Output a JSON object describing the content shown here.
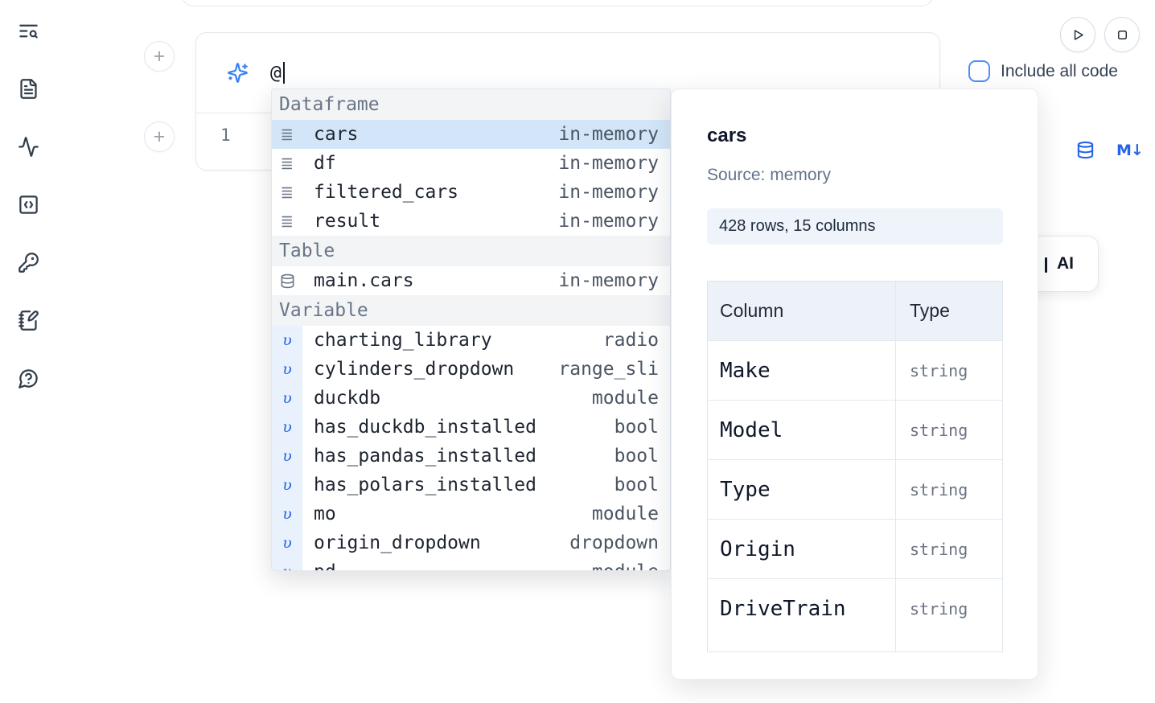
{
  "sidebar": {
    "icons": [
      {
        "name": "text-search-icon"
      },
      {
        "name": "file-text-icon"
      },
      {
        "name": "activity-icon"
      },
      {
        "name": "code-square-icon"
      },
      {
        "name": "key-icon"
      },
      {
        "name": "notebook-pen-icon"
      },
      {
        "name": "help-circle-icon"
      }
    ]
  },
  "run_controls": {
    "run_icon": "play-icon",
    "stop_icon": "square-icon"
  },
  "ai_prompt": {
    "icon": "sparkles-icon",
    "value": "@",
    "include_checkbox": {
      "label": "Include all code",
      "checked": false
    }
  },
  "cell": {
    "line_number": "1",
    "actions": [
      {
        "icon": "database-icon"
      },
      {
        "icon": "markdown-icon",
        "label": "M↓"
      }
    ]
  },
  "ai_button": {
    "label": "AI"
  },
  "completion": {
    "sections": [
      {
        "label": "Dataframe",
        "items": [
          {
            "icon": "rows-icon",
            "name": "cars",
            "type": "in-memory",
            "selected": true
          },
          {
            "icon": "rows-icon",
            "name": "df",
            "type": "in-memory"
          },
          {
            "icon": "rows-icon",
            "name": "filtered_cars",
            "type": "in-memory"
          },
          {
            "icon": "rows-icon",
            "name": "result",
            "type": "in-memory"
          }
        ]
      },
      {
        "label": "Table",
        "items": [
          {
            "icon": "database-icon",
            "name": "main.cars",
            "type": "in-memory"
          }
        ]
      },
      {
        "label": "Variable",
        "items": [
          {
            "icon": "variable-icon",
            "name": "charting_library",
            "type": "radio"
          },
          {
            "icon": "variable-icon",
            "name": "cylinders_dropdown",
            "type": "range_sli"
          },
          {
            "icon": "variable-icon",
            "name": "duckdb",
            "type": "module"
          },
          {
            "icon": "variable-icon",
            "name": "has_duckdb_installed",
            "type": "bool"
          },
          {
            "icon": "variable-icon",
            "name": "has_pandas_installed",
            "type": "bool"
          },
          {
            "icon": "variable-icon",
            "name": "has_polars_installed",
            "type": "bool"
          },
          {
            "icon": "variable-icon",
            "name": "mo",
            "type": "module"
          },
          {
            "icon": "variable-icon",
            "name": "origin_dropdown",
            "type": "dropdown"
          },
          {
            "icon": "variable-icon",
            "name": "pd",
            "type": "module"
          }
        ]
      }
    ]
  },
  "preview": {
    "title": "cars",
    "source": "Source: memory",
    "shape": "428 rows, 15 columns",
    "table": {
      "headers": [
        "Column",
        "Type"
      ],
      "rows": [
        [
          "Make",
          "string"
        ],
        [
          "Model",
          "string"
        ],
        [
          "Type",
          "string"
        ],
        [
          "Origin",
          "string"
        ],
        [
          "DriveTrain",
          "string"
        ]
      ]
    }
  }
}
